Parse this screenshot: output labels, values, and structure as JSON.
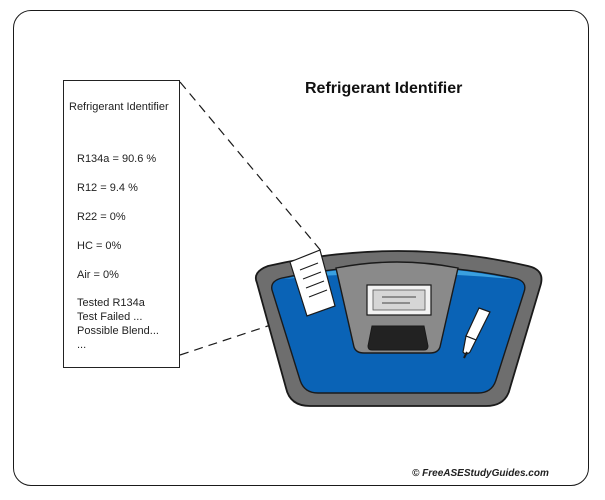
{
  "diagram": {
    "title": "Refrigerant Identifier",
    "printout": {
      "heading": "Refrigerant Identifier",
      "readings": [
        "R134a = 90.6 %",
        "R12 = 9.4 %",
        "R22 = 0%",
        "HC = 0%",
        "Air = 0%"
      ],
      "status_lines": [
        "Tested R134a",
        "Test Failed ...",
        "Possible Blend...",
        "..."
      ]
    },
    "copyright": "© FreeASEStudyGuides.com",
    "colors": {
      "device_body": "#0a63b6",
      "device_highlight": "#3aa0e0",
      "device_rim": "#6e6e6e",
      "outline": "#1a1a1a",
      "screen_panel": "#8a8a8a",
      "display": "#d6d6d6",
      "keypad": "#222222"
    },
    "icons": [
      "refrigerant-identifier-device-illustration",
      "hose-connector-icon",
      "printout-strip-icon"
    ]
  }
}
